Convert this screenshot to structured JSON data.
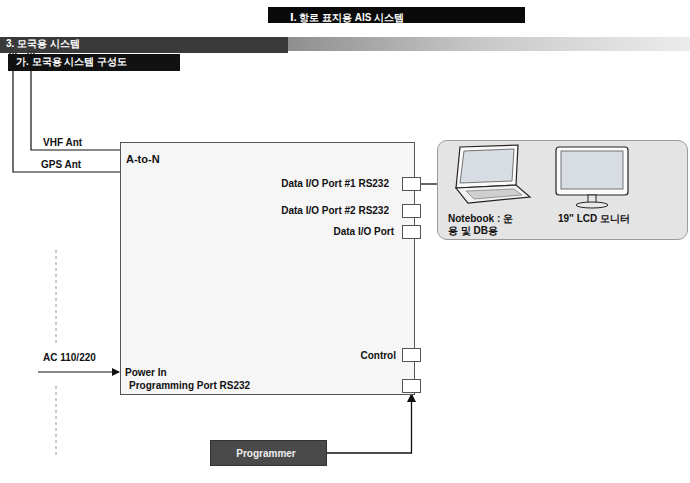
{
  "diagram": {
    "title": "Ⅰ. 항로 표지용 AIS 시스템",
    "nodes": [
      {
        "text": [
          "3. 모국용 시스템"
        ]
      },
      {
        "text": [
          "가. 모국용 시스템 구성도"
        ]
      },
      {
        "text": [
          "A-to-N",
          "Data I/O Port #1 RS232",
          "Data I/O Port #2 RS232",
          "Data I/O Port",
          "Control",
          "Power In",
          "Programming Port RS232"
        ]
      },
      {
        "text": [
          "Notebook : 운용 및 DB용",
          "19\" LCD 모니터"
        ]
      },
      {
        "text": [
          "Programmer"
        ]
      }
    ],
    "edges": [
      {
        "from": 2,
        "to": 3,
        "arrow": "none"
      },
      {
        "from": 4,
        "to": 2,
        "arrow": "to"
      }
    ],
    "labels": [
      "VHF Ant",
      "GPS Ant",
      "AC 110/220"
    ]
  }
}
